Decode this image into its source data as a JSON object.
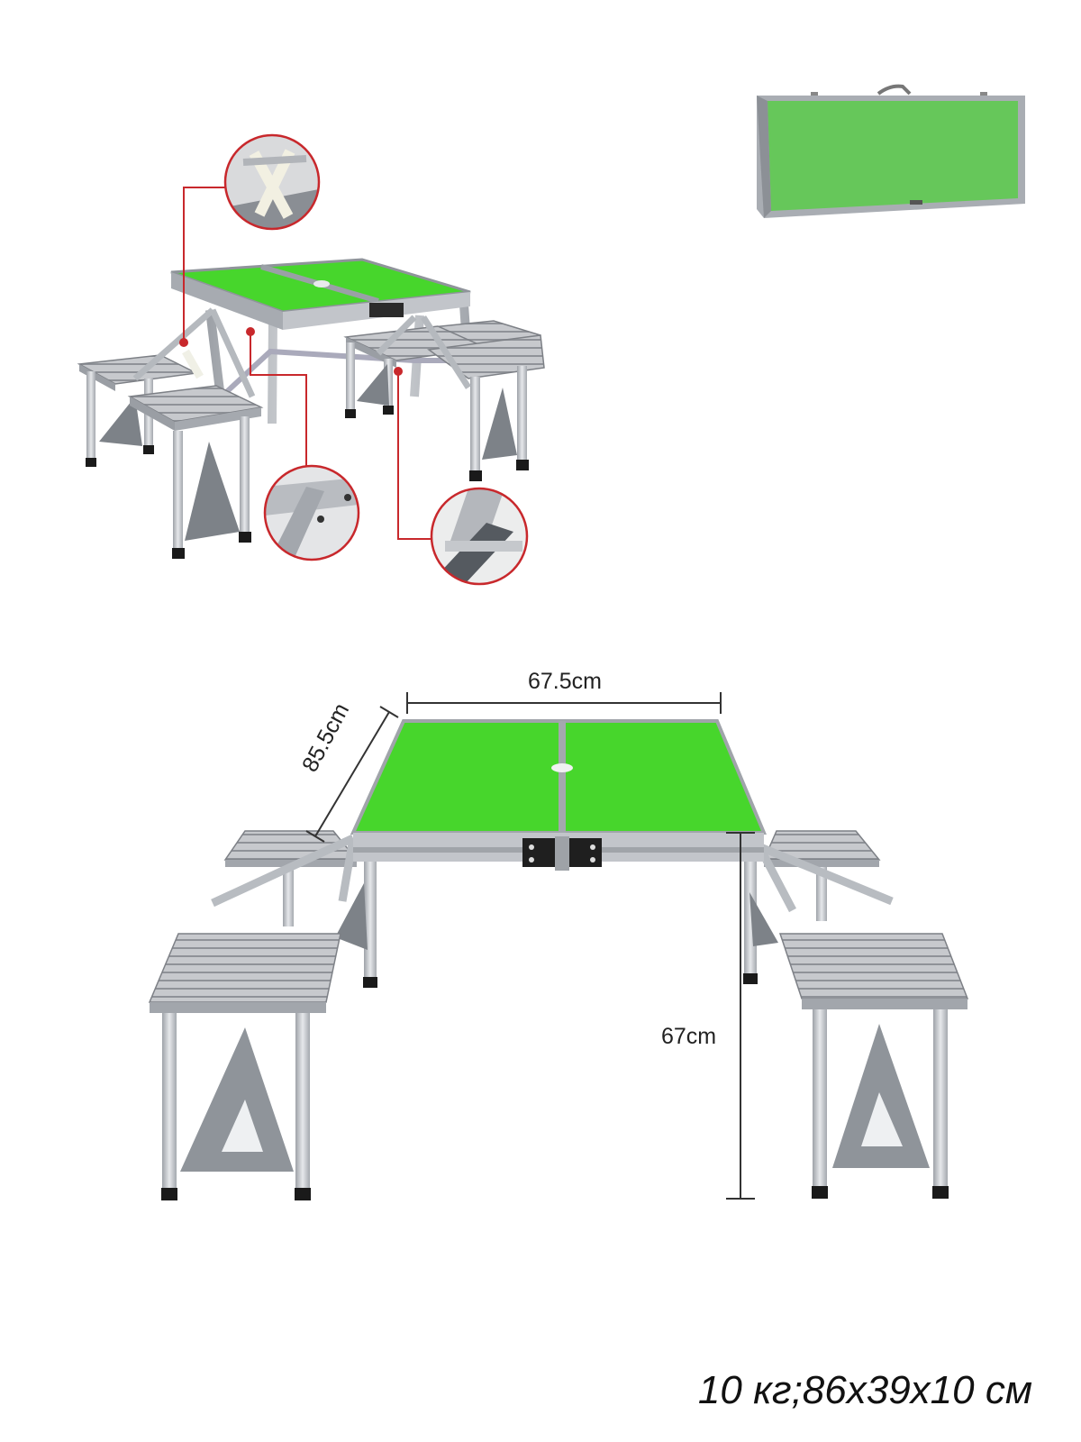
{
  "dimensions": {
    "width_label": "67.5cm",
    "depth_label": "85.5cm",
    "height_label": "67cm"
  },
  "caption": "10 кг;86x39x10 см",
  "colors": {
    "tabletop_green": "#47D62C",
    "case_green": "#66C75A",
    "aluminium": "#C9CCD0",
    "callout_red": "#C8282C"
  }
}
